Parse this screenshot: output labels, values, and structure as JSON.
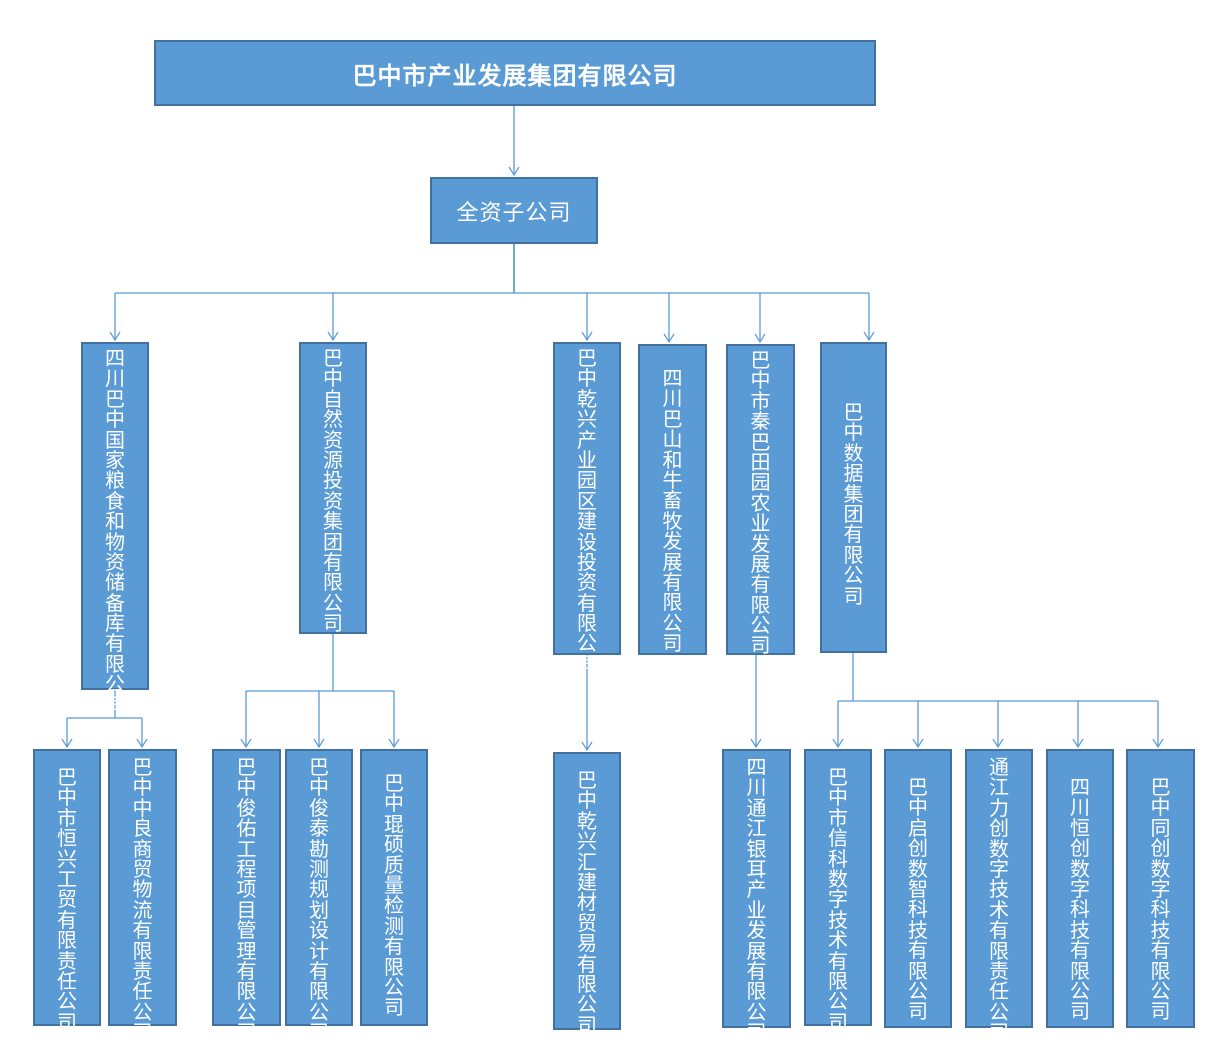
{
  "root": {
    "label": "巴中市产业发展集团有限公司"
  },
  "level1": {
    "label": "全资子公司"
  },
  "subsidiaries": [
    {
      "label": "四川巴中国家粮食和物资储备库有限公司"
    },
    {
      "label": "巴中自然资源投资集团有限公司"
    },
    {
      "label": "巴中乾兴产业园区建设投资有限公司"
    },
    {
      "label": "四川巴山和牛畜牧发展有限公司"
    },
    {
      "label": "巴中市秦巴田园农业发展有限公司"
    },
    {
      "label": "巴中数据集团有限公司"
    }
  ],
  "grandchildren": {
    "grain": [
      {
        "label": "巴中市恒兴工贸有限责任公司"
      },
      {
        "label": "巴中中良商贸物流有限责任公司"
      }
    ],
    "resources": [
      {
        "label": "巴中俊佑工程项目管理有限公司"
      },
      {
        "label": "巴中俊泰勘测规划设计有限公司"
      },
      {
        "label": "巴中琨硕质量检测有限公司"
      }
    ],
    "qianxing": [
      {
        "label": "巴中乾兴汇建材贸易有限公司"
      }
    ],
    "farm": [
      {
        "label": "四川通江银耳产业发展有限公司"
      }
    ],
    "data": [
      {
        "label": "巴中市信科数字技术有限公司"
      },
      {
        "label": "巴中启创数智科技有限公司"
      },
      {
        "label": "通江力创数字技术有限责任公司"
      },
      {
        "label": "四川恒创数字科技有限公司"
      },
      {
        "label": "巴中同创数字科技有限公司"
      }
    ]
  }
}
